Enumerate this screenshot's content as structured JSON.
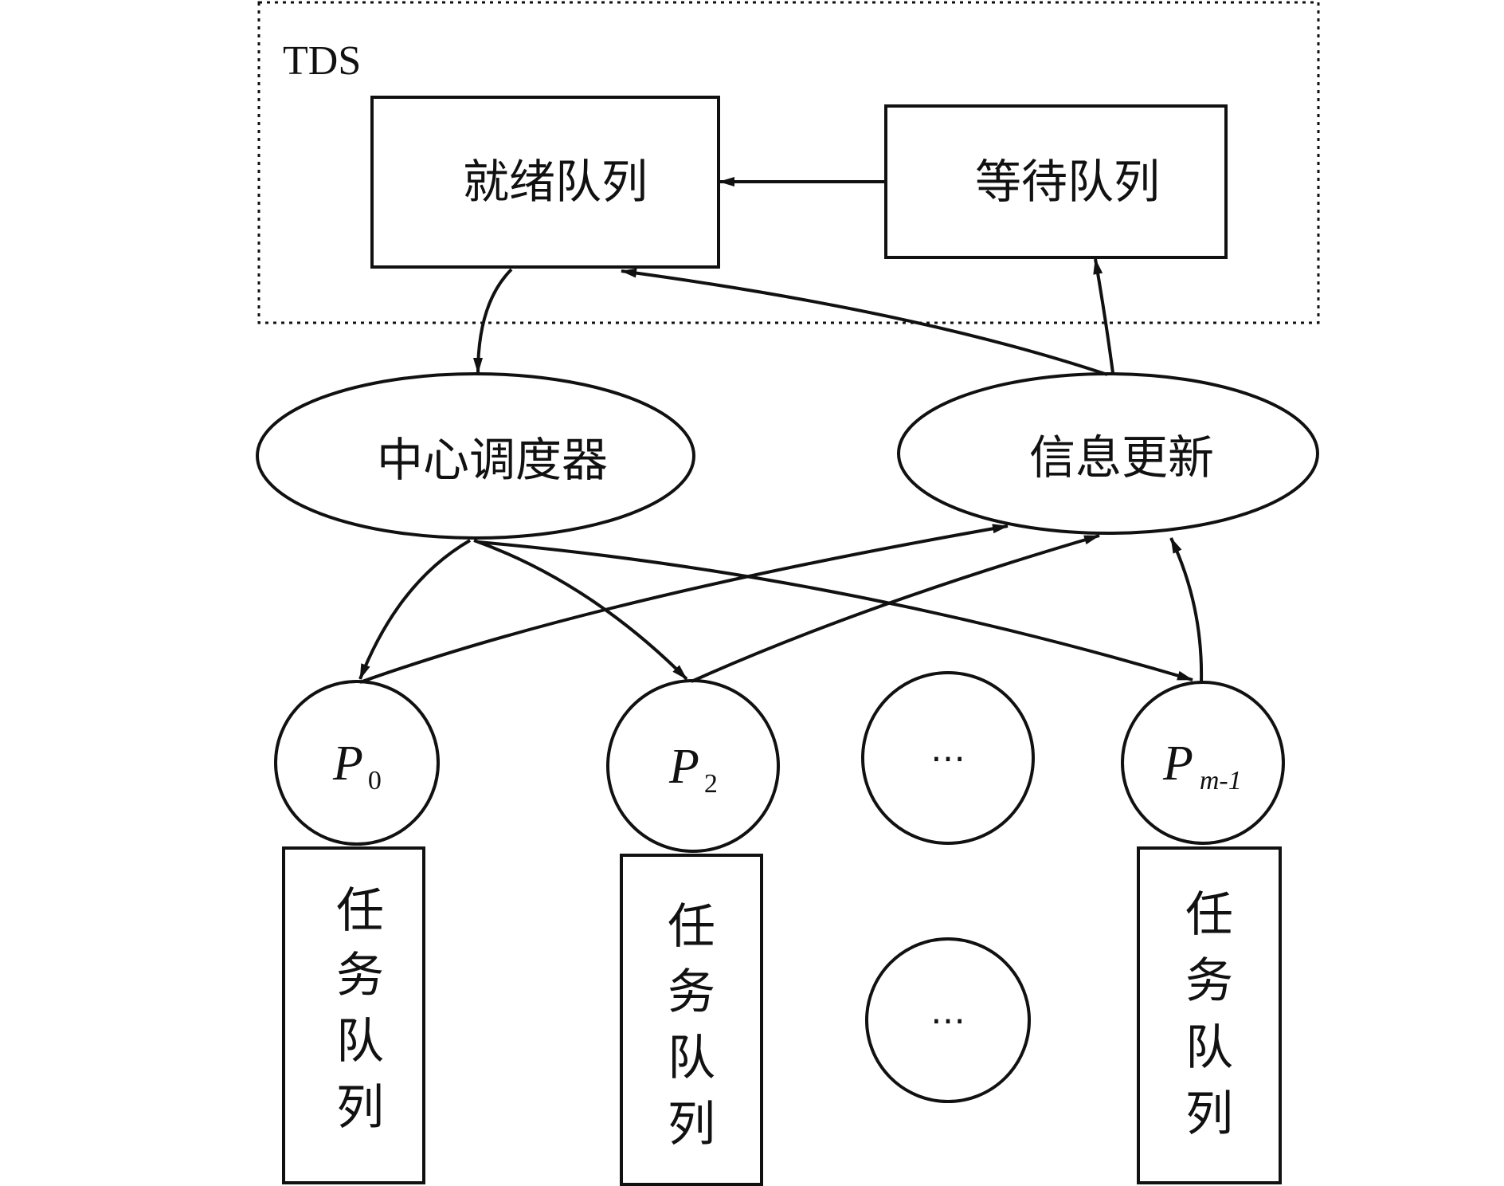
{
  "diagram": {
    "group_label": "TDS",
    "ready_queue": "就绪队列",
    "wait_queue": "等待队列",
    "central_scheduler": "中心调度器",
    "info_update": "信息更新",
    "processors": [
      {
        "symbol": "P",
        "subscript": "0"
      },
      {
        "symbol": "P",
        "subscript": "2"
      },
      {
        "symbol": "…",
        "subscript": ""
      },
      {
        "symbol": "P",
        "subscript": "m-1"
      }
    ],
    "task_queue_chars": [
      "任",
      "务",
      "队",
      "列"
    ],
    "ellipsis_lower": "…"
  }
}
